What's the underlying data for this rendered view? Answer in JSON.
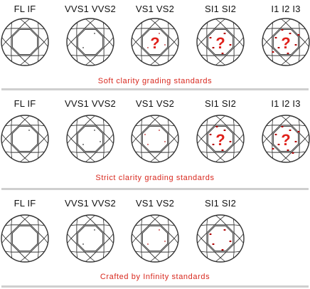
{
  "colors": {
    "caption": "#d8281e",
    "question": "#e0201a",
    "inclusion": "#b00000",
    "divider": "#cfcfcf",
    "outline": "#333333"
  },
  "sections": [
    {
      "labels": [
        "FL  IF",
        "VVS1  VVS2",
        "VS1  VS2",
        "SI1  SI2",
        "I1  I2  I3"
      ],
      "caption": "Soft clarity grading standards",
      "question_mark": "?",
      "question_grades": [
        2,
        3,
        4
      ]
    },
    {
      "labels": [
        "FL  IF",
        "VVS1  VVS2",
        "VS1  VS2",
        "SI1  SI2",
        "I1  I2  I3"
      ],
      "caption": "Strict clarity grading standards",
      "question_mark": "?",
      "question_grades": [
        3,
        4
      ]
    },
    {
      "labels": [
        "FL  IF",
        "VVS1  VVS2",
        "VS1  VS2",
        "SI1  SI2"
      ],
      "caption": "Crafted by Infinity standards",
      "question_mark": "?",
      "question_grades": []
    }
  ]
}
